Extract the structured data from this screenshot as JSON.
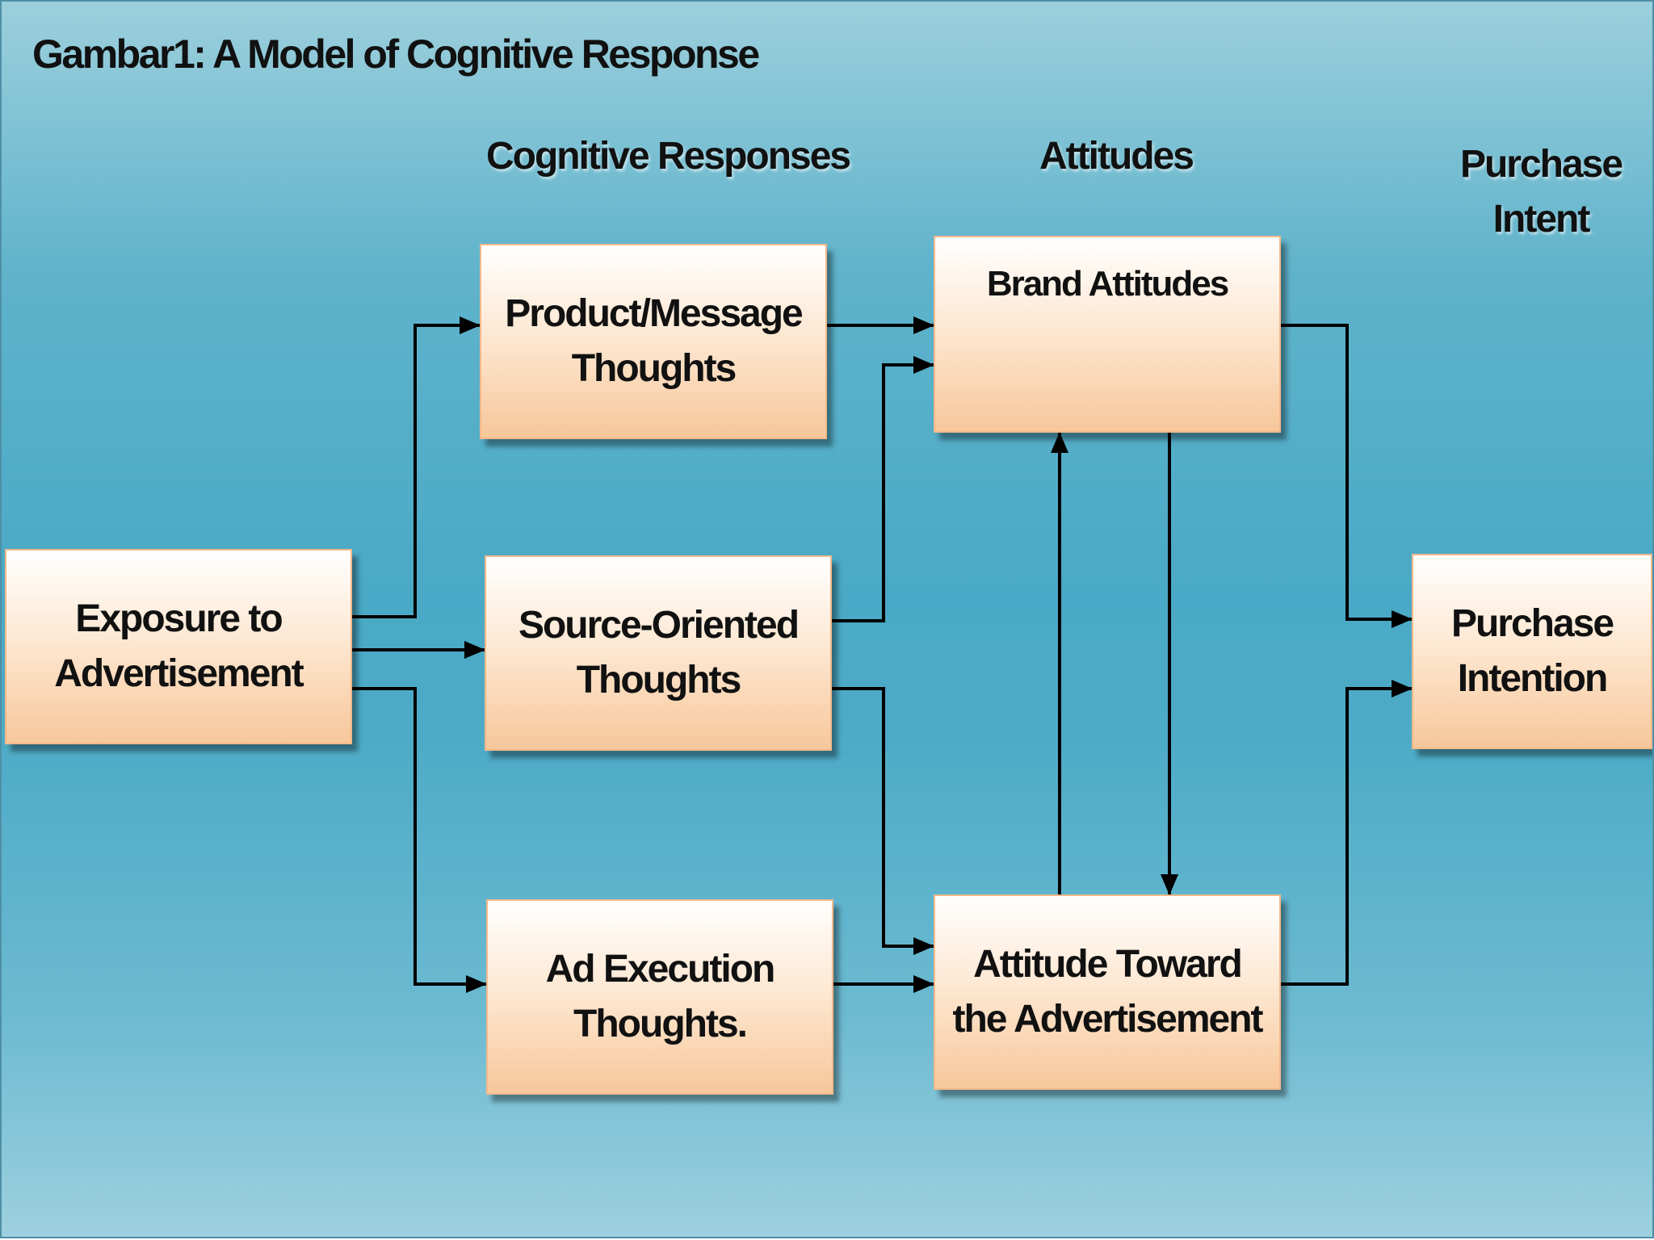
{
  "diagram": {
    "title": "Gambar1: A Model of Cognitive Response",
    "column_headers": {
      "cognitive_responses": "Cognitive Responses",
      "attitudes": "Attitudes",
      "purchase_intent": [
        "Purchase",
        "Intent"
      ]
    },
    "nodes": {
      "exposure": [
        "Exposure to",
        "Advertisement"
      ],
      "product_message": [
        "Product/Message",
        "Thoughts"
      ],
      "source_oriented": [
        "Source-Oriented",
        "Thoughts"
      ],
      "ad_execution": [
        "Ad Execution",
        "Thoughts."
      ],
      "brand_attitudes": [
        "Brand Attitudes"
      ],
      "attitude_ad": [
        "Attitude Toward",
        "the Advertisement"
      ],
      "purchase_intention": [
        "Purchase",
        "Intention"
      ]
    },
    "edges": [
      {
        "from": "exposure",
        "to": "product_message"
      },
      {
        "from": "exposure",
        "to": "source_oriented"
      },
      {
        "from": "exposure",
        "to": "ad_execution"
      },
      {
        "from": "product_message",
        "to": "brand_attitudes"
      },
      {
        "from": "source_oriented",
        "to": "brand_attitudes"
      },
      {
        "from": "source_oriented",
        "to": "attitude_ad"
      },
      {
        "from": "ad_execution",
        "to": "attitude_ad"
      },
      {
        "from": "attitude_ad",
        "to": "brand_attitudes"
      },
      {
        "from": "brand_attitudes",
        "to": "attitude_ad"
      },
      {
        "from": "brand_attitudes",
        "to": "purchase_intention"
      },
      {
        "from": "attitude_ad",
        "to": "purchase_intention"
      }
    ],
    "colors": {
      "background": "#4aa9c6",
      "box_fill_top": "#ffffff",
      "box_fill_bottom": "#f7c79b",
      "box_border": "#f3b98a",
      "line": "#000000"
    }
  }
}
